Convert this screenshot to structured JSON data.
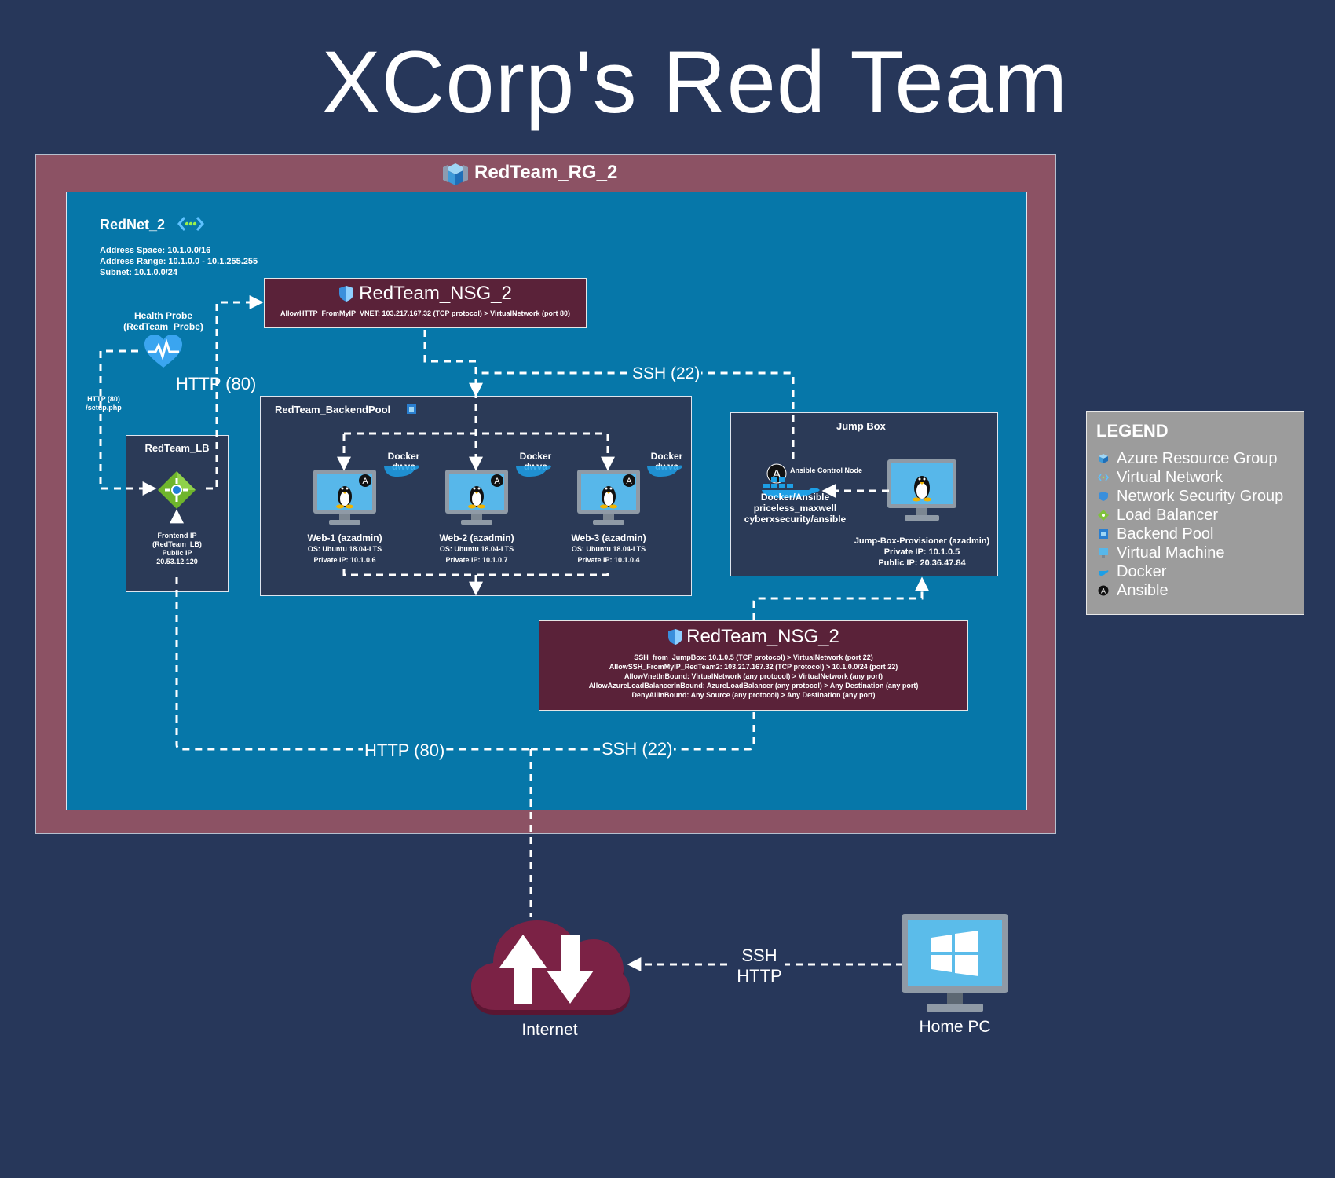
{
  "title": "XCorp's Red Team",
  "resource_group": {
    "name": "RedTeam_RG_2"
  },
  "vnet": {
    "name": "RedNet_2",
    "address_space": "Address Space: 10.1.0.0/16",
    "address_range": "Address Range: 10.1.0.0 - 10.1.255.255",
    "subnet": "Subnet: 10.1.0.0/24"
  },
  "health_probe": {
    "line1": "Health Probe",
    "line2": "(RedTeam_Probe)",
    "check_line1": "HTTP (80)",
    "check_line2": "/setup.php"
  },
  "nsg_top": {
    "name": "RedTeam_NSG_2",
    "rule": "AllowHTTP_FromMyIP_VNET: 103.217.167.32 (TCP protocol) > VirtualNetwork (port 80)"
  },
  "load_balancer": {
    "name": "RedTeam_LB",
    "line1": "Frontend IP",
    "line2": "(RedTeam_LB)",
    "line3": "Public IP",
    "line4": "20.53.12.120"
  },
  "backend_pool": {
    "name": "RedTeam_BackendPool",
    "vms": [
      {
        "name": "Web-1 (azadmin)",
        "os": "OS: Ubuntu 18.04-LTS",
        "ip": "Private IP: 10.1.0.6",
        "docker": "Docker",
        "container": "dwva"
      },
      {
        "name": "Web-2 (azadmin)",
        "os": "OS: Ubuntu 18.04-LTS",
        "ip": "Private IP: 10.1.0.7",
        "docker": "Docker",
        "container": "dwva"
      },
      {
        "name": "Web-3 (azadmin)",
        "os": "OS: Ubuntu 18.04-LTS",
        "ip": "Private IP: 10.1.0.4",
        "docker": "Docker",
        "container": "dwva"
      }
    ]
  },
  "jump_box": {
    "title": "Jump Box",
    "ansible_label": "Ansible Control Node",
    "docker_line1": "Docker/Ansible",
    "docker_line2": "priceless_maxwell",
    "docker_line3": "cyberxsecurity/ansible",
    "vm_name": "Jump-Box-Provisioner (azadmin)",
    "private_ip": "Private IP: 10.1.0.5",
    "public_ip": "Public IP: 20.36.47.84"
  },
  "nsg_bottom": {
    "name": "RedTeam_NSG_2",
    "rules": [
      "SSH_from_JumpBox: 10.1.0.5 (TCP protocol) > VirtualNetwork (port 22)",
      "AllowSSH_FromMyIP_RedTeam2: 103.217.167.32 (TCP protocol) > 10.1.0.0/24 (port 22)",
      "AllowVnetInBound: VirtualNetwork (any protocol) > VirtualNetwork (any port)",
      "AllowAzureLoadBalancerInBound: AzureLoadBalancer (any protocol) > Any Destination (any port)",
      "DenyAllInBound: Any Source (any protocol) > Any Destination (any port)"
    ]
  },
  "edge_labels": {
    "http_top": "HTTP (80)",
    "ssh_top": "SSH (22)",
    "http_bottom": "HTTP (80)",
    "ssh_bottom": "SSH (22)",
    "ssh_home": "SSH",
    "http_home": "HTTP"
  },
  "internet": {
    "label": "Internet"
  },
  "home_pc": {
    "label": "Home PC"
  },
  "legend": {
    "title": "LEGEND",
    "items": [
      {
        "label": "Azure Resource Group",
        "icon": "cube-icon"
      },
      {
        "label": "Virtual Network",
        "icon": "vnet-icon"
      },
      {
        "label": "Network Security Group",
        "icon": "shield-icon"
      },
      {
        "label": "Load Balancer",
        "icon": "load-balancer-icon"
      },
      {
        "label": "Backend Pool",
        "icon": "backend-pool-icon"
      },
      {
        "label": "Virtual Machine",
        "icon": "vm-icon"
      },
      {
        "label": "Docker",
        "icon": "docker-icon"
      },
      {
        "label": "Ansible",
        "icon": "ansible-icon"
      }
    ]
  },
  "colors": {
    "background": "#27375a",
    "resource_group": "#8c5264",
    "vnet": "#0677a9",
    "box": "#2b3a57",
    "nsg": "#5a2239",
    "legend": "#9c9c9c",
    "internet": "#7b2245"
  }
}
